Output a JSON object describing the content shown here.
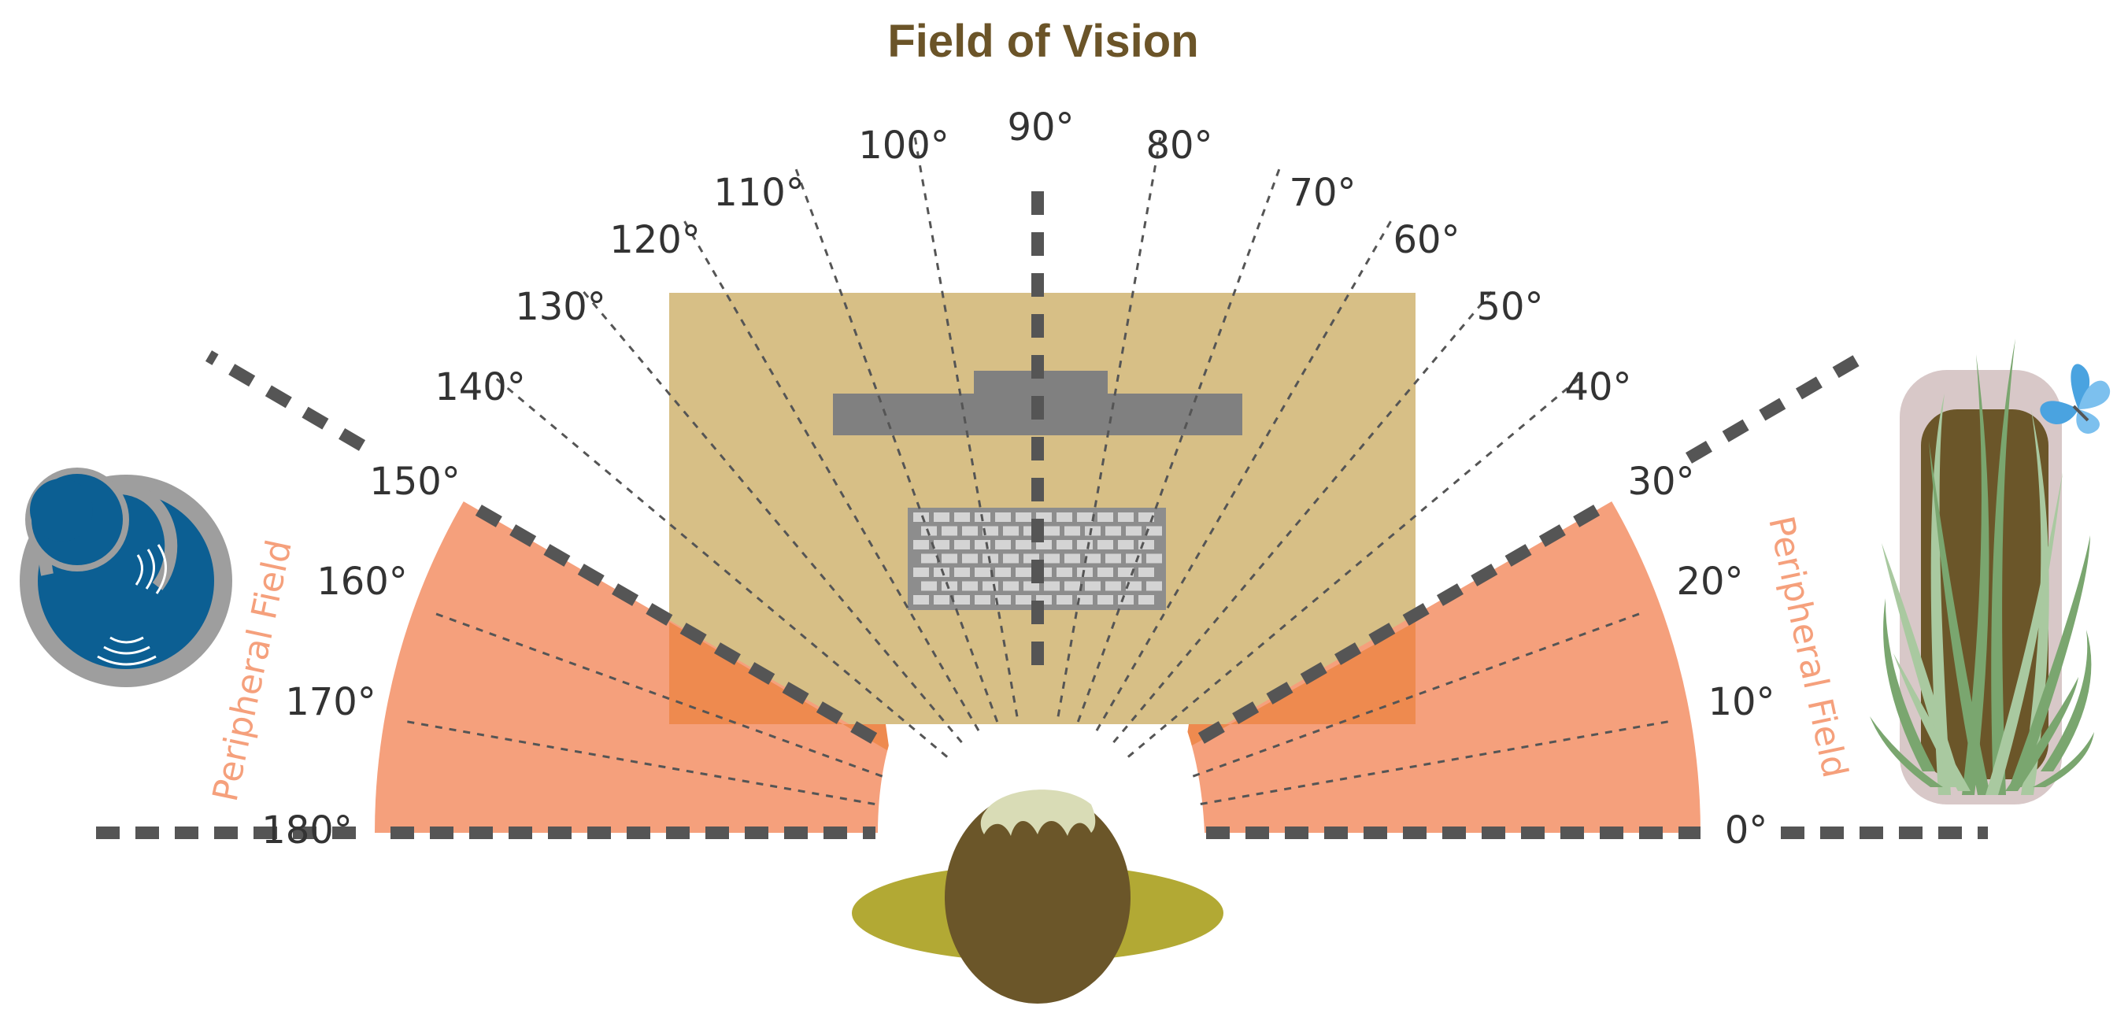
{
  "title": "Field of Vision",
  "peripheral_label": "Peripheral Field",
  "angles": [
    {
      "deg": 0,
      "label": "0°"
    },
    {
      "deg": 10,
      "label": "10°"
    },
    {
      "deg": 20,
      "label": "20°"
    },
    {
      "deg": 30,
      "label": "30°"
    },
    {
      "deg": 40,
      "label": "40°"
    },
    {
      "deg": 50,
      "label": "50°"
    },
    {
      "deg": 60,
      "label": "60°"
    },
    {
      "deg": 70,
      "label": "70°"
    },
    {
      "deg": 80,
      "label": "80°"
    },
    {
      "deg": 90,
      "label": "90°"
    },
    {
      "deg": 100,
      "label": "100°"
    },
    {
      "deg": 110,
      "label": "110°"
    },
    {
      "deg": 120,
      "label": "120°"
    },
    {
      "deg": 130,
      "label": "130°"
    },
    {
      "deg": 140,
      "label": "140°"
    },
    {
      "deg": 150,
      "label": "150°"
    },
    {
      "deg": 160,
      "label": "160°"
    },
    {
      "deg": 170,
      "label": "170°"
    },
    {
      "deg": 180,
      "label": "180°"
    }
  ],
  "peripheral_range_deg": [
    [
      0,
      30
    ],
    [
      150,
      180
    ]
  ],
  "colors": {
    "title": "#6b5428",
    "desk": "#d7bf86",
    "peripheral": "#f5a07c",
    "overlap": "#ee8a4f",
    "dash": "#555555",
    "peripheral_text": "#f5a07c",
    "head": "#6b5629",
    "hair": "#d9dcb6",
    "shoulders": "#b2a934",
    "monitor": "#808080",
    "keyboard_bg": "#8d8d8d",
    "key": "#d4d4d4",
    "planter": "#d8c8c8",
    "soil": "#6b5629",
    "grass": "#7aa66f",
    "grass_light": "#a9c9a0",
    "butterfly": "#4aa3e0",
    "fountain_ring": "#9e9e9e",
    "fountain_water": "#0c5f93"
  },
  "icons": [
    "fountain-icon",
    "planter-icon",
    "butterfly-icon",
    "monitor-icon",
    "keyboard-icon",
    "head-icon"
  ]
}
